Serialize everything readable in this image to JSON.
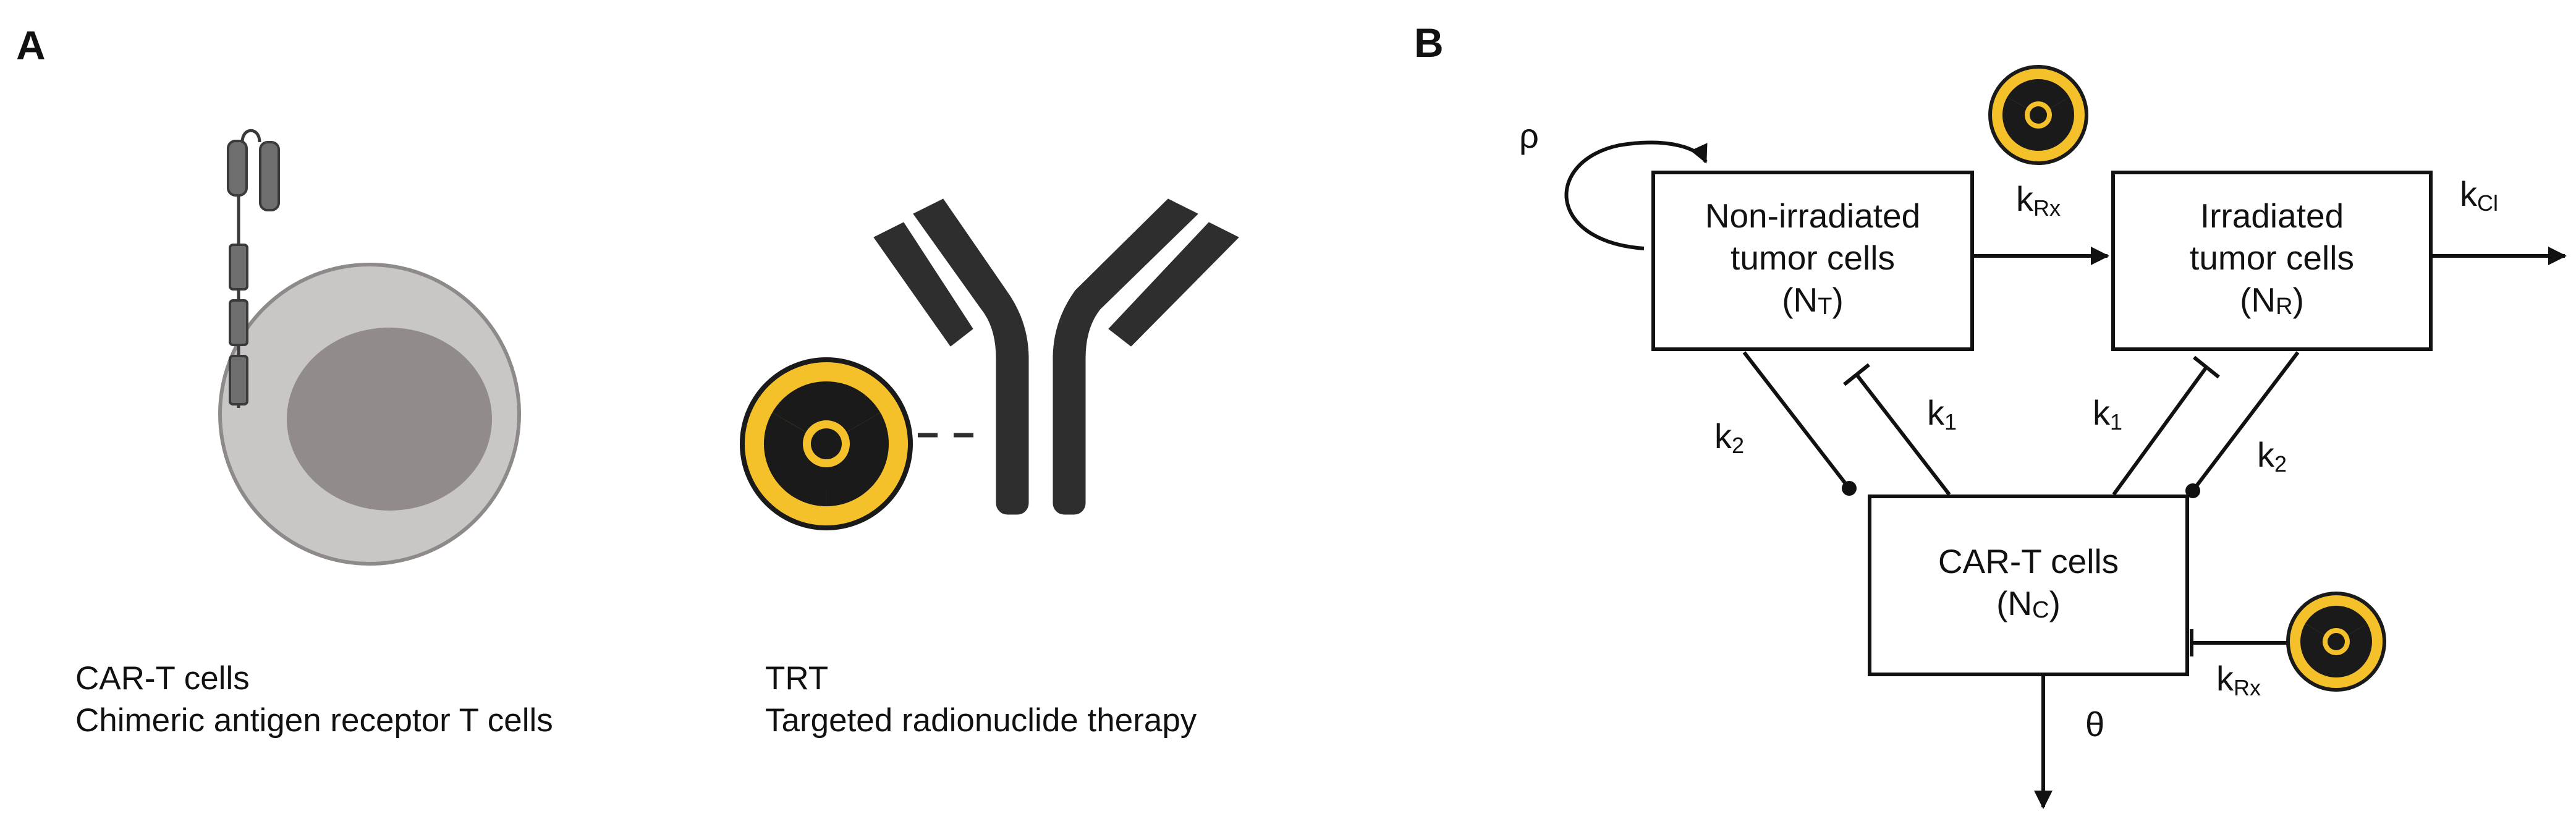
{
  "panels": {
    "a_label": "A",
    "b_label": "B"
  },
  "panel_a": {
    "cart": {
      "line1": "CAR-T cells",
      "line2": "Chimeric antigen receptor T cells"
    },
    "trt": {
      "line1": "TRT",
      "line2": "Targeted radionuclide therapy"
    }
  },
  "panel_b": {
    "non_irradiated": {
      "line1": "Non-irradiated",
      "line2": "tumor cells",
      "sym_open": "(N",
      "sym_sub": "T",
      "sym_close": ")"
    },
    "irradiated": {
      "line1": "Irradiated",
      "line2": "tumor cells",
      "sym_open": "(N",
      "sym_sub": "R",
      "sym_close": ")"
    },
    "cart": {
      "line1": "CAR-T cells",
      "sym_open": "(N",
      "sym_sub": "C",
      "sym_close": ")"
    },
    "rates": {
      "rho": "ρ",
      "theta": "θ",
      "k": "k",
      "rx_sub": "Rx",
      "cl_sub": "Cl",
      "one_sub": "1",
      "two_sub": "2"
    }
  },
  "colors": {
    "cell_outer": "#c9c6c6",
    "cell_nucleus": "#918c8b",
    "receptor": "#6e6e6e",
    "antibody": "#2e2e2e",
    "radiation_yellow": "#f5c12a",
    "line": "#111111"
  },
  "icons": [
    "radiation-icon",
    "antibody-icon",
    "car-t-cell-icon"
  ]
}
